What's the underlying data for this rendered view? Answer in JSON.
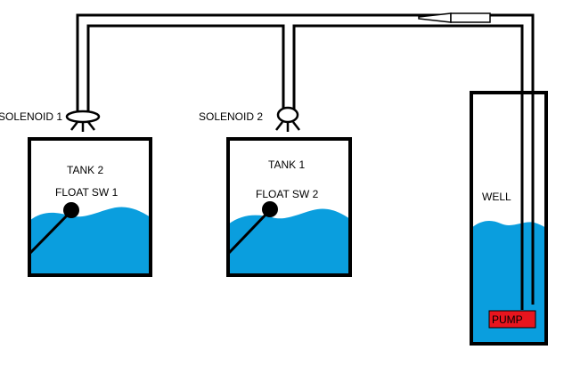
{
  "colors": {
    "water": "#0a9ede",
    "outline": "#000000",
    "pump": "#e8151e",
    "background": "#ffffff"
  },
  "labels": {
    "solenoid_1": "SOLENOID 1",
    "solenoid_2": "SOLENOID 2",
    "tank_2_title": "TANK 2",
    "tank_1_title": "TANK 1",
    "float_sw_1": "FLOAT SW 1",
    "float_sw_2": "FLOAT SW 2",
    "well": "WELL",
    "pump": "PUMP"
  }
}
